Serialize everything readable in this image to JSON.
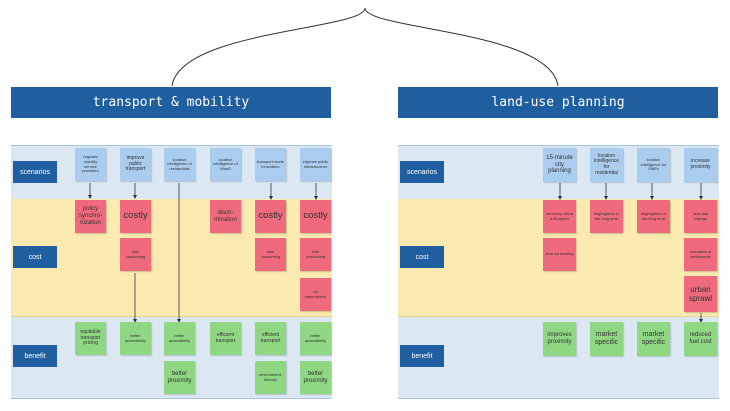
{
  "left": {
    "title": "transport & mobility",
    "row_labels": {
      "scenarios": "scenarios",
      "cost": "cost",
      "benefit": "benefit"
    },
    "scenarios": [
      "regulate mobility service providers",
      "improve public transport",
      "location intelligence of residentials",
      "location intelligence of MaaS",
      "transport mode innovation",
      "improve public infrastructure"
    ],
    "costs": [
      "policy synchro-nization",
      "costly",
      "time consuming",
      "discri-mination",
      "costly",
      "time consuming",
      "costly",
      "time consuming",
      "oil dependence"
    ],
    "benefits": [
      "equitable transport pricing",
      "better accessibility",
      "better accessibility",
      "better proximity",
      "efficient transport",
      "efficient transport",
      "environment-friendly",
      "better accessibility",
      "better proximity"
    ]
  },
  "right": {
    "title": "land-use planning",
    "row_labels": {
      "scenarios": "scenarios",
      "cost": "cost",
      "benefit": "benefit"
    },
    "scenarios": [
      "15-minute city planning",
      "location intelligence for residential",
      "location intelligence for SMEs",
      "increase proximity"
    ],
    "costs": [
      "not every city is a fit option",
      "time consuming",
      "segregation in the long term",
      "segregation in the long term",
      "land-use change",
      "relocation of settlements",
      "urban sprawl"
    ],
    "benefits": [
      "improves proximity",
      "market specific",
      "market specific",
      "reduced fuel cost"
    ]
  }
}
